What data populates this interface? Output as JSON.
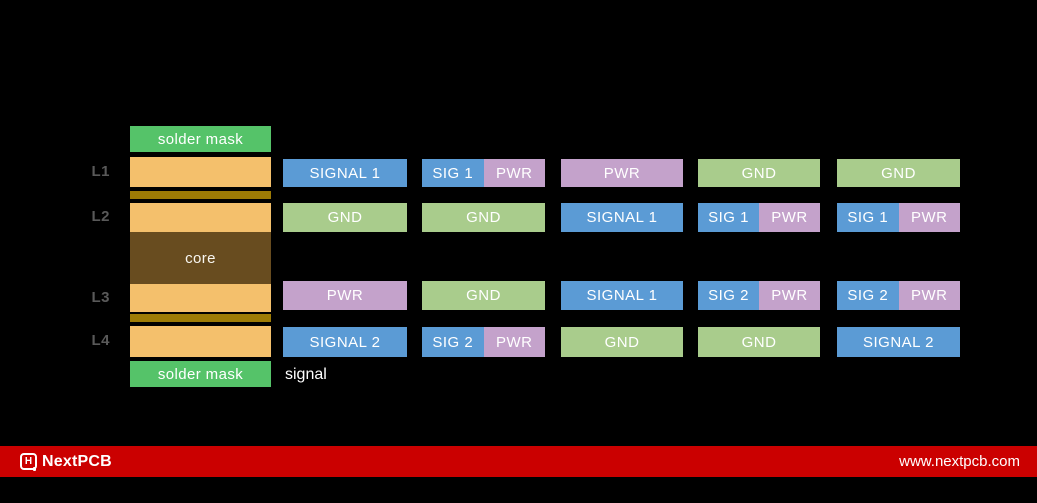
{
  "stackup": {
    "solder_mask_top": "solder mask",
    "solder_mask_bottom": "solder mask",
    "core_label": "core",
    "layer_ids": [
      "L1",
      "L2",
      "L3",
      "L4"
    ],
    "physical_layers": [
      {
        "name": "solder-mask-top",
        "type": "solder_mask",
        "label": "solder mask"
      },
      {
        "name": "copper-l1",
        "type": "copper",
        "label": ""
      },
      {
        "name": "prepreg-1",
        "type": "prepreg",
        "label": ""
      },
      {
        "name": "copper-l2",
        "type": "copper",
        "label": ""
      },
      {
        "name": "core",
        "type": "core",
        "label": "core"
      },
      {
        "name": "copper-l3",
        "type": "copper",
        "label": ""
      },
      {
        "name": "prepreg-2",
        "type": "prepreg",
        "label": ""
      },
      {
        "name": "copper-l4",
        "type": "copper",
        "label": ""
      },
      {
        "name": "solder-mask-bottom",
        "type": "solder_mask",
        "label": "solder mask"
      }
    ]
  },
  "grid": {
    "row_labels": [
      "L1",
      "L2",
      "L3",
      "L4"
    ],
    "options": [
      {
        "rows": [
          {
            "type": "signal",
            "label": "SIGNAL 1"
          },
          {
            "type": "ground",
            "label": "GND"
          },
          {
            "type": "power",
            "label": "PWR"
          },
          {
            "type": "signal",
            "label": "SIGNAL 2"
          }
        ]
      },
      {
        "rows": [
          {
            "type": "split",
            "left": {
              "type": "signal",
              "label": "SIG 1"
            },
            "right": {
              "type": "power",
              "label": "PWR"
            }
          },
          {
            "type": "ground",
            "label": "GND"
          },
          {
            "type": "ground",
            "label": "GND"
          },
          {
            "type": "split",
            "left": {
              "type": "signal",
              "label": "SIG 2"
            },
            "right": {
              "type": "power",
              "label": "PWR"
            }
          }
        ]
      },
      {
        "rows": [
          {
            "type": "power",
            "label": "PWR"
          },
          {
            "type": "signal",
            "label": "SIGNAL 1"
          },
          {
            "type": "signal",
            "label": "SIGNAL 1"
          },
          {
            "type": "ground",
            "label": "GND"
          }
        ]
      },
      {
        "rows": [
          {
            "type": "ground",
            "label": "GND"
          },
          {
            "type": "split",
            "left": {
              "type": "signal",
              "label": "SIG 1"
            },
            "right": {
              "type": "power",
              "label": "PWR"
            }
          },
          {
            "type": "split",
            "left": {
              "type": "signal",
              "label": "SIG 2"
            },
            "right": {
              "type": "power",
              "label": "PWR"
            }
          },
          {
            "type": "ground",
            "label": "GND"
          }
        ]
      },
      {
        "rows": [
          {
            "type": "ground",
            "label": "GND"
          },
          {
            "type": "split",
            "left": {
              "type": "signal",
              "label": "SIG 1"
            },
            "right": {
              "type": "power",
              "label": "PWR"
            }
          },
          {
            "type": "split",
            "left": {
              "type": "signal",
              "label": "SIG 2"
            },
            "right": {
              "type": "power",
              "label": "PWR"
            }
          },
          {
            "type": "signal",
            "label": "SIGNAL 2"
          }
        ]
      }
    ]
  },
  "caption": {
    "text": "signal"
  },
  "footer": {
    "logo_letter": "H",
    "brand": "NextPCB",
    "website": "www.nextpcb.com"
  },
  "colors": {
    "background": "#000000",
    "signal_blue": "#5b9bd5",
    "ground_green": "#a9cc8c",
    "power_purple": "#c4a2cb",
    "solder_mask_green": "#55c369",
    "copper_orange": "#f4c06c",
    "prepreg_gold": "#9d7b05",
    "core_brown": "#684c1f",
    "layer_label_gray": "#595959",
    "footer_red": "#cb0000"
  }
}
